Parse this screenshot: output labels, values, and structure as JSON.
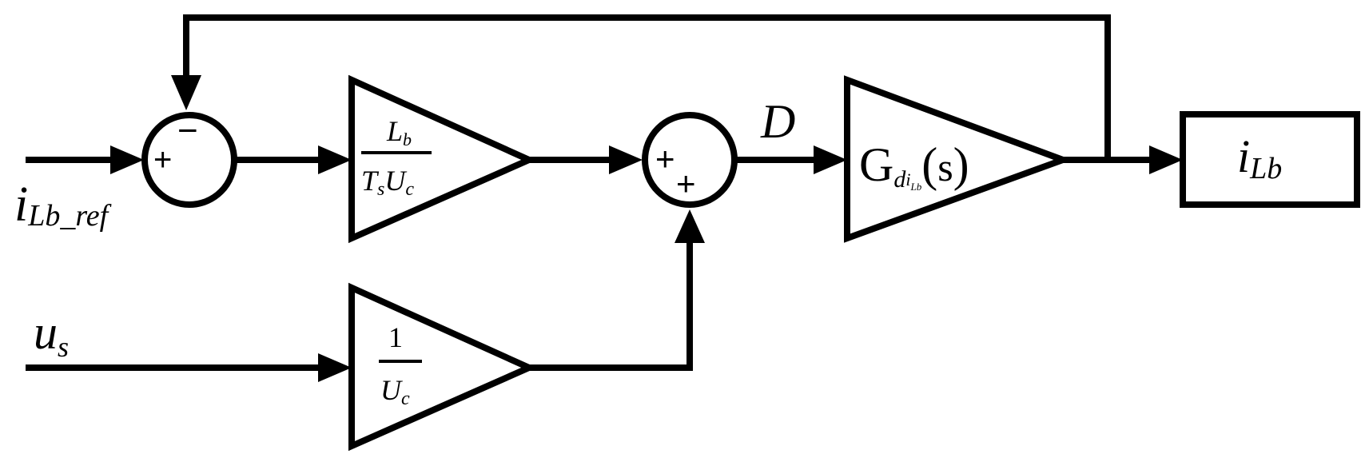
{
  "signals": {
    "ref_input": {
      "base": "i",
      "sub": "Lb_ref"
    },
    "source_input": {
      "base": "u",
      "sub": "s"
    },
    "duty": "D",
    "output": {
      "base": "i",
      "sub": "Lb"
    }
  },
  "summers": {
    "error": {
      "sign_left": "+",
      "sign_top": "−"
    },
    "duty": {
      "sign_left": "+",
      "sign_bottom": "+"
    }
  },
  "blocks": {
    "gain_l": {
      "num_base": "L",
      "num_sub": "b",
      "den_t": "T",
      "den_t_sub": "s",
      "den_u": "U",
      "den_u_sub": "c"
    },
    "gain_u": {
      "num": "1",
      "den_u": "U",
      "den_u_sub": "c"
    },
    "plant": {
      "base": "G",
      "sub_d": "d",
      "sub_i": "i",
      "sub_lb": "Lb",
      "arg_open": "(",
      "arg": "s",
      "arg_close": ")"
    },
    "output_box": {
      "base": "i",
      "sub": "Lb"
    }
  }
}
